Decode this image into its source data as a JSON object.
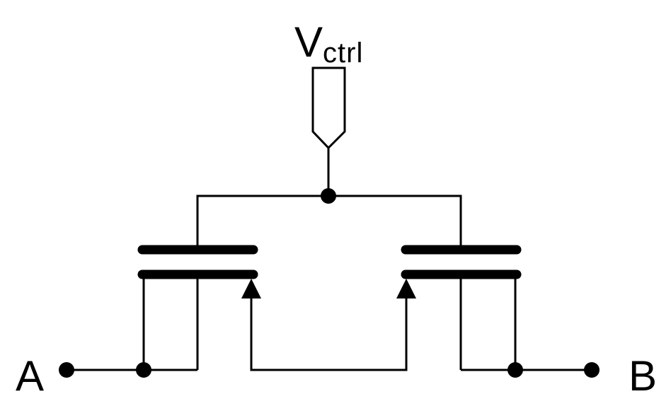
{
  "diagram": {
    "control_label": {
      "main": "V",
      "subscript": "ctrl"
    },
    "terminal_a_label": "A",
    "terminal_b_label": "B",
    "colors": {
      "stroke": "#000000",
      "background": "#ffffff"
    }
  }
}
